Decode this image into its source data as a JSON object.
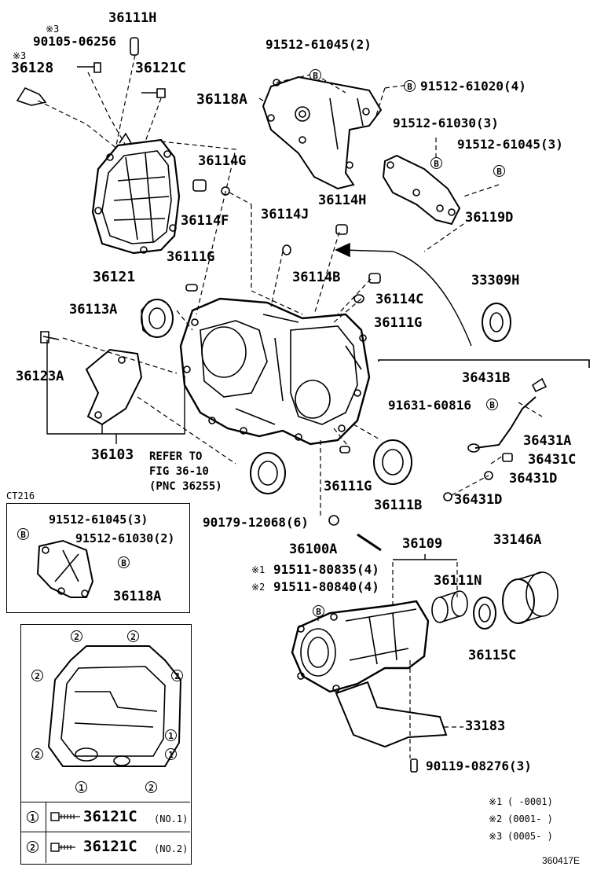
{
  "footer_code": "360417E",
  "labels": {
    "p36111H": "36111H",
    "note3a": "※3",
    "p90105": "90105-06256",
    "note3b": "※3",
    "p36128": "36128",
    "p36121C": "36121C",
    "p91512_61045_2": "91512-61045(2)",
    "p91512_61020_4": "91512-61020(4)",
    "p36118A": "36118A",
    "p91512_61030_3": "91512-61030(3)",
    "p91512_61045_3": "91512-61045(3)",
    "p36114G": "36114G",
    "p36114H": "36114H",
    "p36114J": "36114J",
    "p36114F": "36114F",
    "p36119D": "36119D",
    "p36121": "36121",
    "p36111G_a": "36111G",
    "p36114B": "36114B",
    "p33309H": "33309H",
    "p36114C": "36114C",
    "p36113A": "36113A",
    "p36111G_b": "36111G",
    "p36123A": "36123A",
    "p36431B": "36431B",
    "p91631": "91631-60816",
    "p36431A": "36431A",
    "p36103": "36103",
    "refer1": "REFER TO",
    "refer2": "FIG 36-10",
    "refer3": "(PNC 36255)",
    "p36431C": "36431C",
    "p36431D_a": "36431D",
    "p36111G_c": "36111G",
    "p36111B": "36111B",
    "p36431D_b": "36431D",
    "p90179": "90179-12068(6)",
    "p36100A": "36100A",
    "p36109": "36109",
    "p33146A": "33146A",
    "note1": "※1",
    "p91511_80835": "91511-80835(4)",
    "note2": "※2",
    "p91511_80840": "91511-80840(4)",
    "p36111N": "36111N",
    "p36115C": "36115C",
    "p33183": "33183",
    "p90119": "90119-08276(3)",
    "ct216": "CT216",
    "inset_91512_61045": "91512-61045(3)",
    "inset_91512_61030": "91512-61030(2)",
    "inset_36118A": "36118A",
    "legend1_num": "1",
    "legend1_part": "36121C",
    "legend1_note": "(NO.1)",
    "legend2_num": "2",
    "legend2_part": "36121C",
    "legend2_note": "(NO.2)",
    "fn1_mark": "※1",
    "fn1_text": "(      -0001)",
    "fn2_mark": "※2",
    "fn2_text": "(0001-      )",
    "fn3_mark": "※3",
    "fn3_text": "(0005-      )",
    "ref_B": "B"
  },
  "bolt_callouts": [
    "2",
    "2",
    "2",
    "2",
    "2",
    "1",
    "1",
    "2",
    "1",
    "2"
  ]
}
